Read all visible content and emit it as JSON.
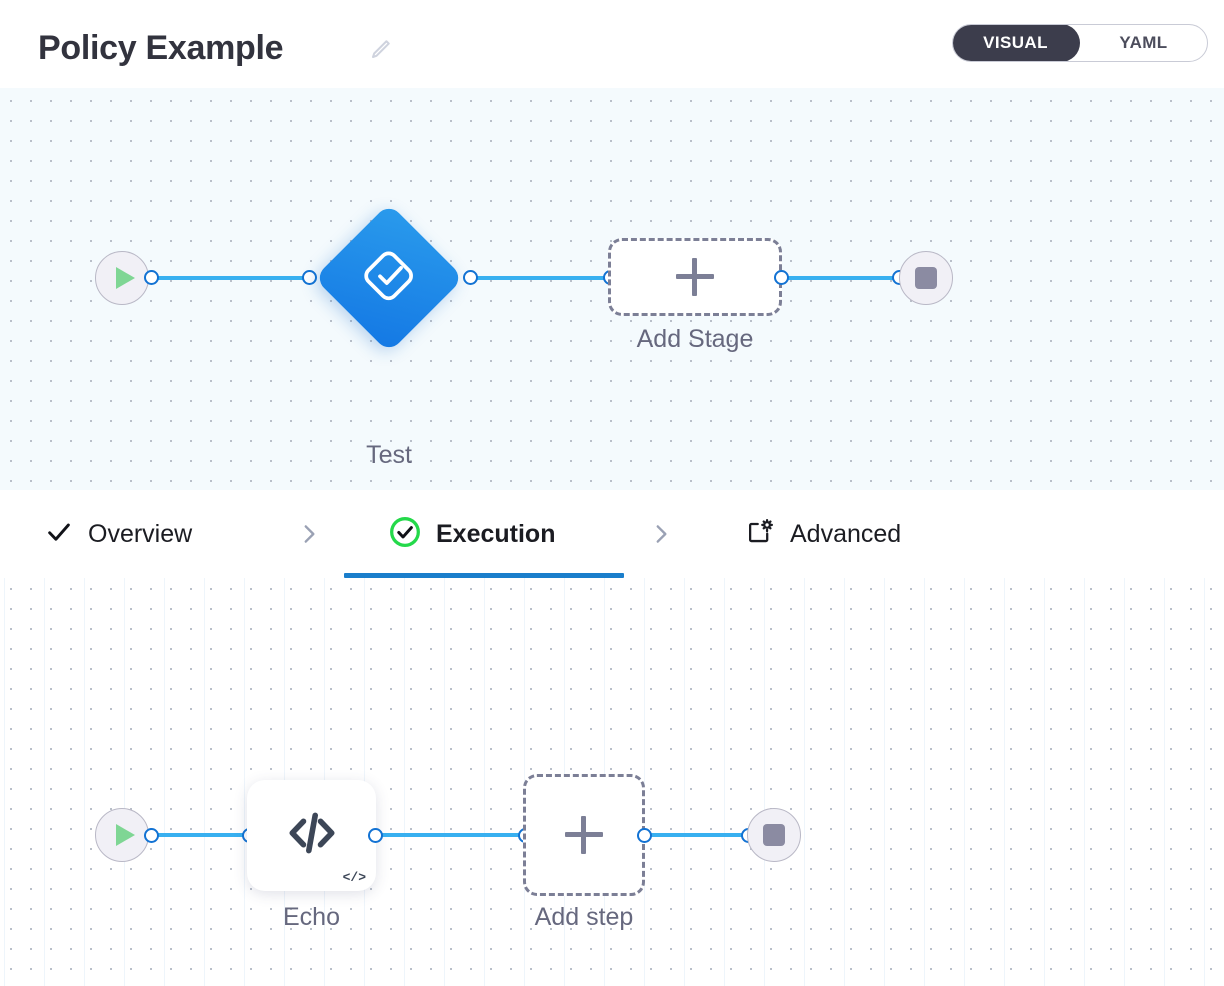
{
  "header": {
    "title": "Policy Example",
    "edit_icon": "pencil-icon",
    "view_toggle": {
      "options": [
        {
          "label": "VISUAL",
          "active": true
        },
        {
          "label": "YAML",
          "active": false
        }
      ],
      "active_color": "#3c3d4c"
    }
  },
  "tabs": {
    "items": [
      {
        "label": "Overview",
        "icon": "check-icon",
        "active": false
      },
      {
        "label": "Execution",
        "icon": "check-circle-icon",
        "active": true
      },
      {
        "label": "Advanced",
        "icon": "window-gear-icon",
        "active": false
      }
    ],
    "separator_icon": "chevron-right-icon",
    "active_underline_color": "#1a7ecb",
    "active_icon_color": "#24d94a"
  },
  "stage_canvas": {
    "name": "pipeline-stage-canvas",
    "background_color": "#f4fafd",
    "edge_color": "#38b0f0",
    "start_node": {
      "icon": "play-icon",
      "color": "#7fd694"
    },
    "end_node": {
      "icon": "stop-icon",
      "color": "#8b8ba2"
    },
    "nodes": [
      {
        "label": "Test",
        "icon": "approval-check-icon",
        "type": "stage",
        "color": "#1478e4"
      },
      {
        "label": "Add Stage",
        "icon": "plus-icon",
        "type": "add-placeholder"
      }
    ]
  },
  "step_canvas": {
    "name": "pipeline-step-canvas",
    "background_color": "#ffffff",
    "edge_color": "#38b0f0",
    "start_node": {
      "icon": "play-icon",
      "color": "#7fd694"
    },
    "end_node": {
      "icon": "stop-icon",
      "color": "#8b8ba2"
    },
    "nodes": [
      {
        "label": "Echo",
        "icon": "code-icon",
        "badge": "</>",
        "type": "step"
      },
      {
        "label": "Add step",
        "icon": "plus-icon",
        "type": "add-placeholder"
      }
    ]
  }
}
